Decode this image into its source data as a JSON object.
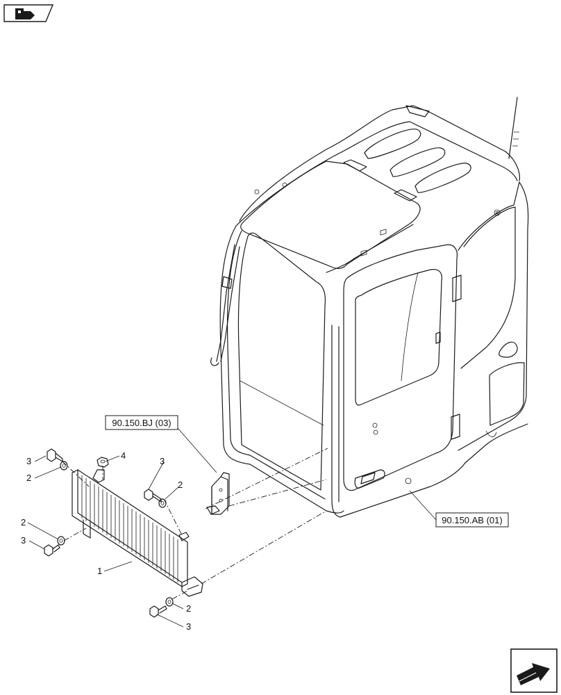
{
  "references": {
    "bracket_ref": "90.150.BJ (03)",
    "cab_ref": "90.150.AB (01)"
  },
  "callouts": {
    "guard_panel": "1",
    "washer_top_left": "2",
    "bolt_top_left": "3",
    "nut_top": "4",
    "bolt_top_mid": "3",
    "washer_top_mid": "2",
    "washer_mid_left": "2",
    "bolt_mid_left": "3",
    "washer_bottom": "2",
    "bolt_bottom": "3"
  },
  "icons": {
    "top_left": "tab-navigation-icon",
    "bottom_right": "next-page-arrow-icon"
  },
  "colors": {
    "line": "#1a1a1a",
    "background": "#ffffff",
    "icon_fill": "#1a1a1a"
  }
}
